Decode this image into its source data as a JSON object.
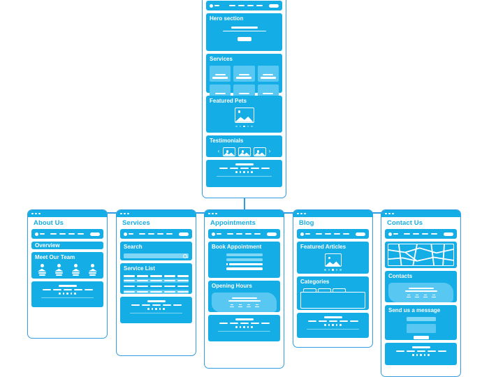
{
  "diagram": {
    "type": "sitemap-wireframe",
    "accent_color": "#14ADE5",
    "accent_light": "#58C8F2",
    "accent_lighter": "#7FD6F5",
    "border_color": "#2F9BE0",
    "background": "#FFFFFF"
  },
  "home": {
    "title": "",
    "navbar": {
      "name": "navbar"
    },
    "sections": [
      {
        "label": "Hero section",
        "type": "hero"
      },
      {
        "label": "Services",
        "type": "tile-grid",
        "tiles": 6
      },
      {
        "label": "Featured Pets",
        "type": "image-carousel",
        "dots": 5,
        "active_dot": 3
      },
      {
        "label": "Testimonials",
        "type": "thumb-carousel",
        "thumbs": 3,
        "prev": "‹",
        "next": "›"
      },
      {
        "label": "",
        "type": "footer",
        "dots": 5
      }
    ]
  },
  "children": [
    {
      "title": "About Us",
      "sections": [
        {
          "label": "Overview",
          "type": "band"
        },
        {
          "label": "Meet Our Team",
          "type": "team",
          "people": 4
        },
        {
          "label": "",
          "type": "footer",
          "dots": 5
        }
      ]
    },
    {
      "title": "Services",
      "sections": [
        {
          "label": "Search",
          "type": "search",
          "icon": "magnifier-icon"
        },
        {
          "label": "Service List",
          "type": "table",
          "columns": 5,
          "rows": 4
        },
        {
          "label": "",
          "type": "footer",
          "dots": 5
        }
      ]
    },
    {
      "title": "Appointments",
      "sections": [
        {
          "label": "Book Appointment",
          "type": "form"
        },
        {
          "label": "Opening Hours",
          "type": "blob"
        },
        {
          "label": "",
          "type": "footer",
          "dots": 5
        }
      ]
    },
    {
      "title": "Blog",
      "sections": [
        {
          "label": "Featured Articles",
          "type": "image-carousel",
          "dots": 5,
          "active_dot": 2
        },
        {
          "label": "Categories",
          "type": "tabs",
          "tabs": 3
        },
        {
          "label": "",
          "type": "footer",
          "dots": 5
        }
      ]
    },
    {
      "title": "Contact Us",
      "sections": [
        {
          "label": "",
          "type": "map",
          "icon": "map-icon"
        },
        {
          "label": "Contacts",
          "type": "blob"
        },
        {
          "label": "Send us a message",
          "type": "contact-form"
        },
        {
          "label": "",
          "type": "footer",
          "dots": 5
        }
      ]
    }
  ]
}
